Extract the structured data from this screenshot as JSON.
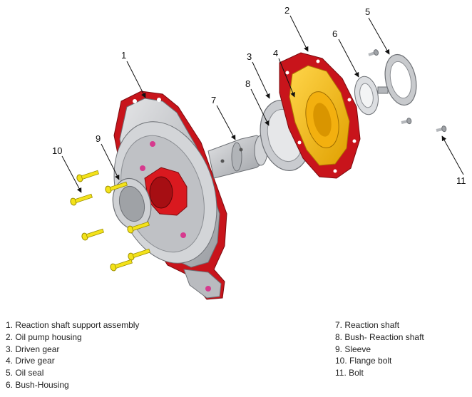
{
  "callouts": {
    "c1": "1",
    "c2": "2",
    "c3": "3",
    "c4": "4",
    "c5": "5",
    "c6": "6",
    "c7": "7",
    "c8": "8",
    "c9": "9",
    "c10": "10",
    "c11": "11"
  },
  "legend": {
    "left": [
      "1. Reaction shaft support assembly",
      "2. Oil pump housing",
      "3. Driven gear",
      "4. Drive gear",
      "5. Oil seal",
      "6. Bush-Housing"
    ],
    "right": [
      "7. Reaction shaft",
      "8. Bush- Reaction shaft",
      "9. Sleeve",
      "10. Flange bolt",
      "11. Bolt"
    ]
  },
  "colors": {
    "flange_red": "#c8141b",
    "housing_yellow": "#f2b716",
    "bolt_yellow": "#f3e21a",
    "metal_gray": "#c4c6c9"
  }
}
